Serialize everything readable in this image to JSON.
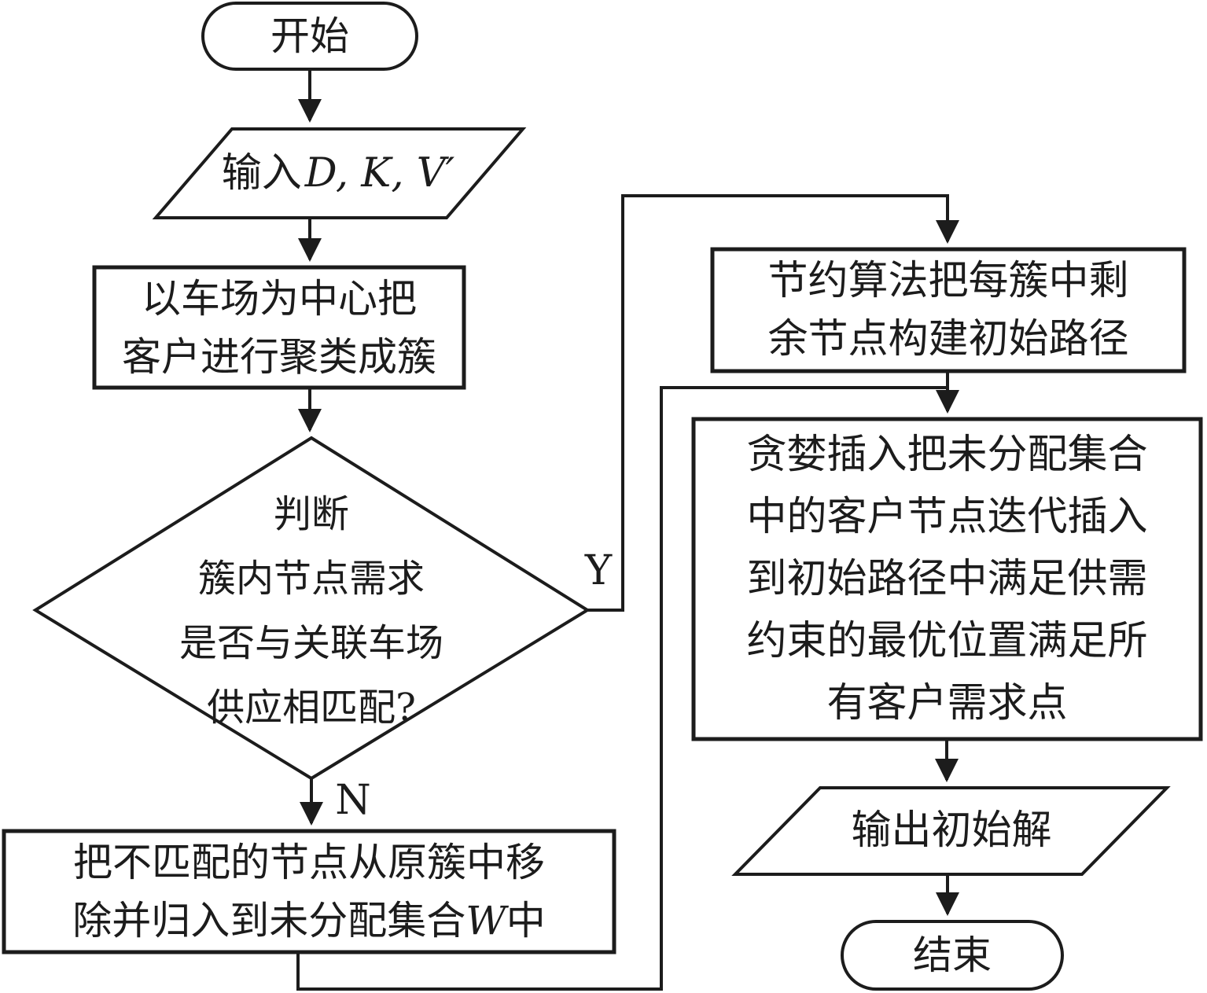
{
  "title": "初始解构造流程图",
  "nodes": {
    "start": {
      "label": "开始"
    },
    "input": {
      "prefix": "输入",
      "vars": "D, K, V′"
    },
    "cluster": {
      "text": "以车场为中心把\n客户进行聚类成簇"
    },
    "decision": {
      "text": "判断\n簇内节点需求\n是否与关联车场\n供应相匹配?"
    },
    "unmatch": {
      "line1": "把不匹配的节点从原簇中移",
      "line2_pre": "除并归入到未分配集合",
      "line2_var": "W",
      "line2_post": "中"
    },
    "savings": {
      "text": "节约算法把每簇中剩\n余节点构建初始路径"
    },
    "greedy": {
      "text": "贪婪插入把未分配集合\n中的客户节点迭代插入\n到初始路径中满足供需\n约束的最优位置满足所\n有客户需求点"
    },
    "output": {
      "label": "输出初始解"
    },
    "end": {
      "label": "结束"
    }
  },
  "branches": {
    "yes": "Y",
    "no": "N"
  },
  "colors": {
    "stroke": "#1c1c1c",
    "fill": "#ffffff",
    "text": "#1c1c1c"
  }
}
